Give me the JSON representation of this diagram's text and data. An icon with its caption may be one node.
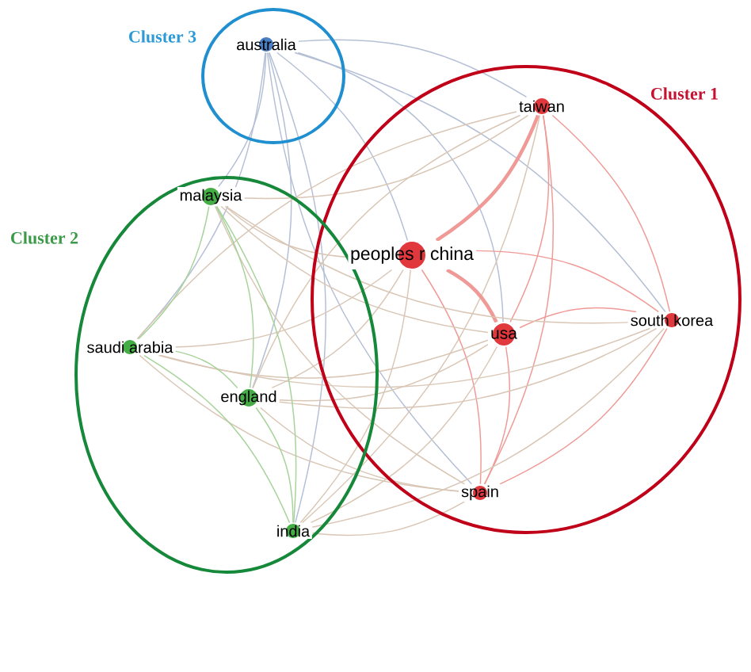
{
  "diagram": {
    "nodes": [
      {
        "text": [
          "Cluster 3"
        ]
      },
      {
        "text": [
          "australia"
        ],
        "in": 0
      },
      {
        "text": [
          "Cluster 1"
        ]
      },
      {
        "text": [
          "taiwan"
        ],
        "in": 2
      },
      {
        "text": [
          "peoples r china"
        ],
        "in": 2
      },
      {
        "text": [
          "usa"
        ],
        "in": 2
      },
      {
        "text": [
          "south korea"
        ],
        "in": 2
      },
      {
        "text": [
          "spain"
        ],
        "in": 2
      },
      {
        "text": [
          "Cluster 2"
        ]
      },
      {
        "text": [
          "malaysia"
        ],
        "in": 8
      },
      {
        "text": [
          "saudi arabia"
        ],
        "in": 8
      },
      {
        "text": [
          "england"
        ],
        "in": 8
      },
      {
        "text": [
          "india"
        ],
        "in": 8
      }
    ],
    "edges": [
      {
        "from": 1,
        "to": 3,
        "arrow": "none",
        "color": "#b4bfd6"
      },
      {
        "from": 1,
        "to": 4,
        "arrow": "none",
        "color": "#b4bfd6"
      },
      {
        "from": 1,
        "to": 5,
        "arrow": "none",
        "color": "#b4bfd6"
      },
      {
        "from": 1,
        "to": 6,
        "arrow": "none",
        "color": "#b4bfd6"
      },
      {
        "from": 1,
        "to": 7,
        "arrow": "none",
        "color": "#b4bfd6"
      },
      {
        "from": 1,
        "to": 9,
        "arrow": "none",
        "color": "#b4bfd6"
      },
      {
        "from": 1,
        "to": 10,
        "arrow": "none",
        "color": "#b4bfd6"
      },
      {
        "from": 1,
        "to": 11,
        "arrow": "none",
        "color": "#b4bfd6"
      },
      {
        "from": 1,
        "to": 12,
        "arrow": "none",
        "color": "#b4bfd6"
      },
      {
        "from": 3,
        "to": 4,
        "arrow": "none",
        "style": "thick",
        "color": "#ef9a96"
      },
      {
        "from": 3,
        "to": 5,
        "arrow": "none",
        "color": "#ef9a96"
      },
      {
        "from": 3,
        "to": 6,
        "arrow": "none",
        "color": "#ef9a96"
      },
      {
        "from": 3,
        "to": 7,
        "arrow": "none",
        "color": "#ef9a96"
      },
      {
        "from": 3,
        "to": 9,
        "arrow": "none"
      },
      {
        "from": 3,
        "to": 10,
        "arrow": "none"
      },
      {
        "from": 3,
        "to": 11,
        "arrow": "none"
      },
      {
        "from": 3,
        "to": 12,
        "arrow": "none"
      },
      {
        "from": 4,
        "to": 5,
        "arrow": "none",
        "style": "thick",
        "color": "#ef9a96"
      },
      {
        "from": 4,
        "to": 6,
        "arrow": "none",
        "color": "#ef9a96"
      },
      {
        "from": 4,
        "to": 7,
        "arrow": "none",
        "color": "#ef9a96"
      },
      {
        "from": 4,
        "to": 9,
        "arrow": "none"
      },
      {
        "from": 4,
        "to": 10,
        "arrow": "none"
      },
      {
        "from": 4,
        "to": 11,
        "arrow": "none"
      },
      {
        "from": 4,
        "to": 12,
        "arrow": "none"
      },
      {
        "from": 5,
        "to": 6,
        "arrow": "none",
        "color": "#ef9a96"
      },
      {
        "from": 5,
        "to": 7,
        "arrow": "none",
        "color": "#ef9a96"
      },
      {
        "from": 5,
        "to": 9,
        "arrow": "none"
      },
      {
        "from": 5,
        "to": 10,
        "arrow": "none"
      },
      {
        "from": 5,
        "to": 11,
        "arrow": "none"
      },
      {
        "from": 5,
        "to": 12,
        "arrow": "none"
      },
      {
        "from": 6,
        "to": 7,
        "arrow": "none",
        "color": "#ef9a96"
      },
      {
        "from": 6,
        "to": 9,
        "arrow": "none"
      },
      {
        "from": 6,
        "to": 10,
        "arrow": "none"
      },
      {
        "from": 6,
        "to": 11,
        "arrow": "none"
      },
      {
        "from": 6,
        "to": 12,
        "arrow": "none"
      },
      {
        "from": 7,
        "to": 9,
        "arrow": "none"
      },
      {
        "from": 7,
        "to": 10,
        "arrow": "none"
      },
      {
        "from": 7,
        "to": 11,
        "arrow": "none"
      },
      {
        "from": 7,
        "to": 12,
        "arrow": "none"
      },
      {
        "from": 9,
        "to": 10,
        "arrow": "none",
        "color": "#a6d39a"
      },
      {
        "from": 9,
        "to": 11,
        "arrow": "none",
        "color": "#a6d39a"
      },
      {
        "from": 9,
        "to": 12,
        "arrow": "none",
        "color": "#a6d39a"
      },
      {
        "from": 10,
        "to": 11,
        "arrow": "none",
        "color": "#a6d39a"
      },
      {
        "from": 10,
        "to": 12,
        "arrow": "none",
        "color": "#a6d39a"
      },
      {
        "from": 11,
        "to": 12,
        "arrow": "none",
        "color": "#a6d39a"
      }
    ]
  }
}
